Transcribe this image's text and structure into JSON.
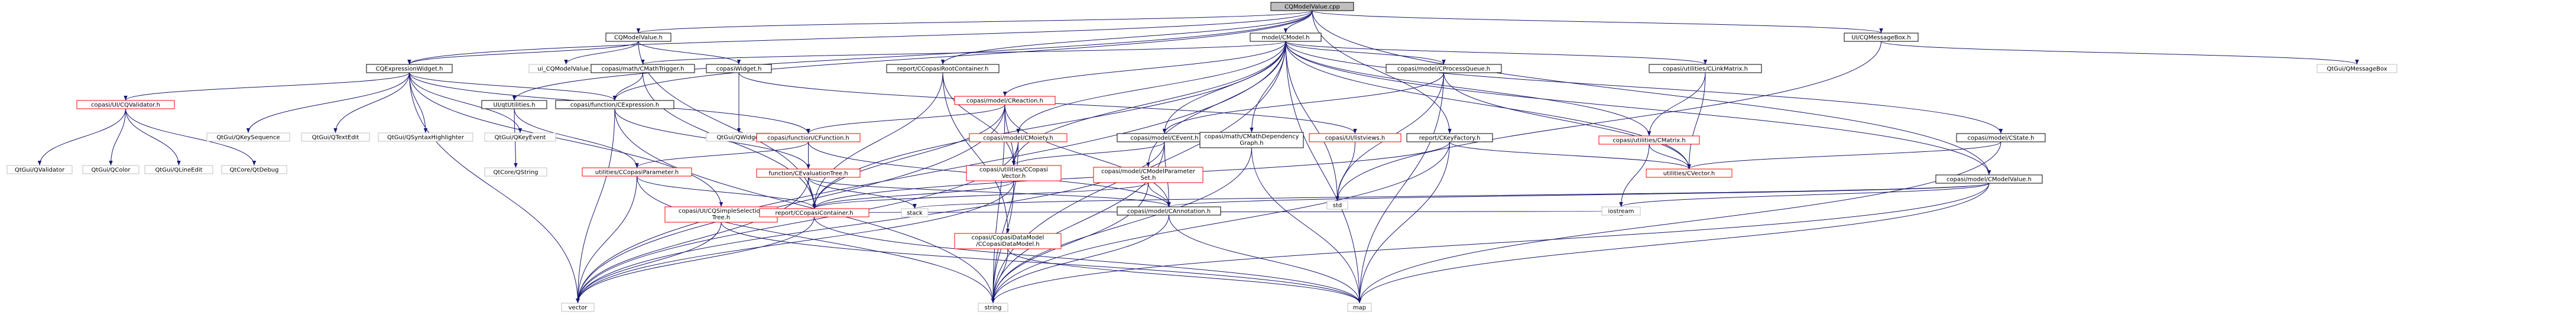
{
  "graph": {
    "root": "CQModelValue.cpp",
    "colors": {
      "edge": "#191970",
      "root_fill": "#bfbfbf",
      "link_border": "#000000",
      "missing_border": "#ff0000",
      "node_fill": "#ffffff",
      "text": "#000000"
    },
    "nodes": [
      {
        "id": "root",
        "label": "CQModelValue.cpp",
        "kind": "root"
      },
      {
        "id": "cqmodelvalue_h",
        "label": "CQModelValue.h",
        "kind": "link"
      },
      {
        "id": "model_cmodel_h",
        "label": "model/CModel.h",
        "kind": "link"
      },
      {
        "id": "cqmessagebox_h",
        "label": "UI/CQMessageBox.h",
        "kind": "link"
      },
      {
        "id": "qtgui_qmessagebox",
        "label": "QtGui/QMessageBox",
        "kind": "plain"
      },
      {
        "id": "cqexpressionwidget_h",
        "label": "CQExpressionWidget.h",
        "kind": "link"
      },
      {
        "id": "ui_cqmodelvalue_h",
        "label": "ui_CQModelValue.h",
        "kind": "plain"
      },
      {
        "id": "cmathtrigger_h",
        "label": "copasi/math/CMathTrigger.h",
        "kind": "link"
      },
      {
        "id": "copasiwidget_h",
        "label": "copasiWidget.h",
        "kind": "link"
      },
      {
        "id": "ccopasirootcontainer_h",
        "label": "report/CCopasiRootContainer.h",
        "kind": "link"
      },
      {
        "id": "creaction_h",
        "label": "copasi/model/CReaction.h",
        "kind": "missing"
      },
      {
        "id": "cprocessqueue_h",
        "label": "copasi/model/CProcessQueue.h",
        "kind": "link"
      },
      {
        "id": "clinkmatrix_h",
        "label": "copasi/utilities/CLinkMatrix.h",
        "kind": "link"
      },
      {
        "id": "cstate_h",
        "label": "copasi/model/CState.h",
        "kind": "link"
      },
      {
        "id": "cqvalidator_h",
        "label": "copasi/UI/CQValidator.h",
        "kind": "missing"
      },
      {
        "id": "qtgui_qkeysequence",
        "label": "QtGui/QKeySequence",
        "kind": "plain"
      },
      {
        "id": "qtgui_qtextedit",
        "label": "QtGui/QTextEdit",
        "kind": "plain"
      },
      {
        "id": "qtgui_qsyntaxhighlighter",
        "label": "QtGui/QSyntaxHighlighter",
        "kind": "plain"
      },
      {
        "id": "qtgui_qkeyevent",
        "label": "QtGui/QKeyEvent",
        "kind": "plain"
      },
      {
        "id": "qtutilities_h",
        "label": "UI/qtUtilities.h",
        "kind": "link"
      },
      {
        "id": "cexpression_h",
        "label": "copasi/function/CExpression.h",
        "kind": "link"
      },
      {
        "id": "qtgui_qwidget",
        "label": "QtGui/QWidget",
        "kind": "plain"
      },
      {
        "id": "cfunction_h",
        "label": "copasi/function/CFunction.h",
        "kind": "missing"
      },
      {
        "id": "cmoiety_h",
        "label": "copasi/model/CMoiety.h",
        "kind": "missing"
      },
      {
        "id": "cevent_h",
        "label": "copasi/model/CEvent.h",
        "kind": "link"
      },
      {
        "id": "cmathdependencygraph_h",
        "label": "copasi/math/CMathDependency\nGraph.h",
        "kind": "link"
      },
      {
        "id": "qtviews_h",
        "label": "copasi/UI/listviews.h",
        "kind": "missing"
      },
      {
        "id": "ckeyfactory_h",
        "label": "report/CKeyFactory.h",
        "kind": "link"
      },
      {
        "id": "cmatrix_h",
        "label": "copasi/utilities/CMatrix.h",
        "kind": "missing"
      },
      {
        "id": "cmodelvalue_h",
        "label": "copasi/model/CModelValue.h",
        "kind": "link"
      },
      {
        "id": "qtgui_qvalidator",
        "label": "QtGui/QValidator",
        "kind": "plain"
      },
      {
        "id": "qtgui_qcolor",
        "label": "QtGui/QColor",
        "kind": "plain"
      },
      {
        "id": "qtgui_qlineedit",
        "label": "QtGui/QLineEdit",
        "kind": "plain"
      },
      {
        "id": "qtcore_qtdebug",
        "label": "QtCore/QtDebug",
        "kind": "plain"
      },
      {
        "id": "qtcore_qstring",
        "label": "QtCore/QString",
        "kind": "plain"
      },
      {
        "id": "ccopasiparameter_h",
        "label": "utilities/CCopasiParameter.h",
        "kind": "missing"
      },
      {
        "id": "cevaluationtree_h",
        "label": "function/CEvaluationTree.h",
        "kind": "missing"
      },
      {
        "id": "ccopasivector_h",
        "label": "copasi/utilities/CCopasi\nVector.h",
        "kind": "missing"
      },
      {
        "id": "cmodelparameterset_h",
        "label": "copasi/model/CModelParameter\nSet.h",
        "kind": "missing"
      },
      {
        "id": "std",
        "label": "std",
        "kind": "plain"
      },
      {
        "id": "cvector_h",
        "label": "utilities/CVector.h",
        "kind": "missing"
      },
      {
        "id": "cqsimpleselectiontree_h",
        "label": "copasi/UI/CQSimpleSelection\nTree.h",
        "kind": "missing"
      },
      {
        "id": "ccopasicontainer_h",
        "label": "report/CCopasiContainer.h",
        "kind": "missing"
      },
      {
        "id": "stack",
        "label": "stack",
        "kind": "plain"
      },
      {
        "id": "ccopasidatamodel_h",
        "label": "copasi/CopasiDataModel\n/CCopasiDataModel.h",
        "kind": "missing"
      },
      {
        "id": "cannotation_h",
        "label": "copasi/model/CAnnotation.h",
        "kind": "link"
      },
      {
        "id": "iostream",
        "label": "iostream",
        "kind": "plain"
      },
      {
        "id": "vector",
        "label": "vector",
        "kind": "plain"
      },
      {
        "id": "string",
        "label": "string",
        "kind": "plain"
      },
      {
        "id": "map",
        "label": "map",
        "kind": "plain"
      }
    ],
    "edges": [
      [
        "root",
        "cqmodelvalue_h"
      ],
      [
        "root",
        "model_cmodel_h"
      ],
      [
        "root",
        "cqmessagebox_h"
      ],
      [
        "root",
        "cqexpressionwidget_h"
      ],
      [
        "root",
        "ccopasirootcontainer_h"
      ],
      [
        "root",
        "cmodelvalue_h"
      ],
      [
        "root",
        "qtutilities_h"
      ],
      [
        "root",
        "cexpression_h"
      ],
      [
        "root",
        "ckeyfactory_h"
      ],
      [
        "cqmodelvalue_h",
        "ui_cqmodelvalue_h"
      ],
      [
        "cqmodelvalue_h",
        "copasiwidget_h"
      ],
      [
        "cqmodelvalue_h",
        "cqexpressionwidget_h"
      ],
      [
        "cqmodelvalue_h",
        "ccopasicontainer_h"
      ],
      [
        "cqmessagebox_h",
        "qtgui_qmessagebox"
      ],
      [
        "cqmessagebox_h",
        "std"
      ],
      [
        "model_cmodel_h",
        "cmathtrigger_h"
      ],
      [
        "model_cmodel_h",
        "creaction_h"
      ],
      [
        "model_cmodel_h",
        "cprocessqueue_h"
      ],
      [
        "model_cmodel_h",
        "clinkmatrix_h"
      ],
      [
        "model_cmodel_h",
        "cstate_h"
      ],
      [
        "model_cmodel_h",
        "cmoiety_h"
      ],
      [
        "model_cmodel_h",
        "cevent_h"
      ],
      [
        "model_cmodel_h",
        "cmathdependencygraph_h"
      ],
      [
        "model_cmodel_h",
        "cmodelparameterset_h"
      ],
      [
        "model_cmodel_h",
        "cmodelvalue_h"
      ],
      [
        "model_cmodel_h",
        "ccopasivector_h"
      ],
      [
        "model_cmodel_h",
        "cvector_h"
      ],
      [
        "model_cmodel_h",
        "cmatrix_h"
      ],
      [
        "model_cmodel_h",
        "string"
      ],
      [
        "model_cmodel_h",
        "vector"
      ],
      [
        "model_cmodel_h",
        "map"
      ],
      [
        "model_cmodel_h",
        "std"
      ],
      [
        "model_cmodel_h",
        "ccopasicontainer_h"
      ],
      [
        "cqexpressionwidget_h",
        "cqvalidator_h"
      ],
      [
        "cqexpressionwidget_h",
        "qtgui_qkeysequence"
      ],
      [
        "cqexpressionwidget_h",
        "qtgui_qtextedit"
      ],
      [
        "cqexpressionwidget_h",
        "qtgui_qsyntaxhighlighter"
      ],
      [
        "cqexpressionwidget_h",
        "qtgui_qkeyevent"
      ],
      [
        "cqexpressionwidget_h",
        "cexpression_h"
      ],
      [
        "cqexpressionwidget_h",
        "cqsimpleselectiontree_h"
      ],
      [
        "cqexpressionwidget_h",
        "vector"
      ],
      [
        "cqexpressionwidget_h",
        "cfunction_h"
      ],
      [
        "cqvalidator_h",
        "qtgui_qvalidator"
      ],
      [
        "cqvalidator_h",
        "qtgui_qcolor"
      ],
      [
        "cqvalidator_h",
        "qtgui_qlineedit"
      ],
      [
        "cqvalidator_h",
        "qtcore_qtdebug"
      ],
      [
        "copasiwidget_h",
        "qtgui_qwidget"
      ],
      [
        "copasiwidget_h",
        "qtviews_h"
      ],
      [
        "cmathtrigger_h",
        "cexpression_h"
      ],
      [
        "cmathtrigger_h",
        "ccopasicontainer_h"
      ],
      [
        "qtutilities_h",
        "qtcore_qstring"
      ],
      [
        "qtutilities_h",
        "ccopasiparameter_h"
      ],
      [
        "ccopasirootcontainer_h",
        "ccopasivector_h"
      ],
      [
        "ccopasirootcontainer_h",
        "ccopasicontainer_h"
      ],
      [
        "ccopasirootcontainer_h",
        "ccopasidatamodel_h"
      ],
      [
        "creaction_h",
        "cfunction_h"
      ],
      [
        "creaction_h",
        "ccopasivector_h"
      ],
      [
        "creaction_h",
        "ccopasicontainer_h"
      ],
      [
        "creaction_h",
        "string"
      ],
      [
        "creaction_h",
        "vector"
      ],
      [
        "creaction_h",
        "cannotation_h"
      ],
      [
        "cexpression_h",
        "cevaluationtree_h"
      ],
      [
        "cexpression_h",
        "string"
      ],
      [
        "cexpression_h",
        "vector"
      ],
      [
        "cfunction_h",
        "cevaluationtree_h"
      ],
      [
        "cfunction_h",
        "ccopasiparameter_h"
      ],
      [
        "cfunction_h",
        "cannotation_h"
      ],
      [
        "cevaluationtree_h",
        "ccopasicontainer_h"
      ],
      [
        "cevaluationtree_h",
        "stack"
      ],
      [
        "cevaluationtree_h",
        "vector"
      ],
      [
        "cevaluationtree_h",
        "cannotation_h"
      ],
      [
        "cmoiety_h",
        "ccopasivector_h"
      ],
      [
        "cmoiety_h",
        "string"
      ],
      [
        "cmoiety_h",
        "vector"
      ],
      [
        "cprocessqueue_h",
        "cevent_h"
      ],
      [
        "cprocessqueue_h",
        "map"
      ],
      [
        "cprocessqueue_h",
        "std"
      ],
      [
        "cprocessqueue_h",
        "cvector_h"
      ],
      [
        "cevent_h",
        "ccopasivector_h"
      ],
      [
        "cevent_h",
        "cannotation_h"
      ],
      [
        "cevent_h",
        "string"
      ],
      [
        "cevent_h",
        "vector"
      ],
      [
        "cmathdependencygraph_h",
        "map"
      ],
      [
        "cmathdependencygraph_h",
        "string"
      ],
      [
        "clinkmatrix_h",
        "cmatrix_h"
      ],
      [
        "clinkmatrix_h",
        "cvector_h"
      ],
      [
        "cmatrix_h",
        "cvector_h"
      ],
      [
        "cmatrix_h",
        "iostream"
      ],
      [
        "cstate_h",
        "cvector_h"
      ],
      [
        "cstate_h",
        "map"
      ],
      [
        "ckeyfactory_h",
        "cvector_h"
      ],
      [
        "ckeyfactory_h",
        "map"
      ],
      [
        "ckeyfactory_h",
        "string"
      ],
      [
        "ckeyfactory_h",
        "ccopasicontainer_h"
      ],
      [
        "cmodelvalue_h",
        "cannotation_h"
      ],
      [
        "cmodelvalue_h",
        "iostream"
      ],
      [
        "cmodelvalue_h",
        "string"
      ],
      [
        "cmodelvalue_h",
        "map"
      ],
      [
        "cmodelvalue_h",
        "stack"
      ],
      [
        "ccopasivector_h",
        "ccopasicontainer_h"
      ],
      [
        "ccopasivector_h",
        "string"
      ],
      [
        "ccopasivector_h",
        "vector"
      ],
      [
        "cmodelparameterset_h",
        "ccopasicontainer_h"
      ],
      [
        "cmodelparameterset_h",
        "cannotation_h"
      ],
      [
        "cmodelparameterset_h",
        "string"
      ],
      [
        "ccopasiparameter_h",
        "ccopasicontainer_h"
      ],
      [
        "ccopasiparameter_h",
        "string"
      ],
      [
        "ccopasiparameter_h",
        "vector"
      ],
      [
        "cqsimpleselectiontree_h",
        "vector"
      ],
      [
        "cqsimpleselectiontree_h",
        "map"
      ],
      [
        "ccopasicontainer_h",
        "vector"
      ],
      [
        "ccopasicontainer_h",
        "map"
      ],
      [
        "ccopasicontainer_h",
        "iostream"
      ],
      [
        "ccopasidatamodel_h",
        "map"
      ],
      [
        "ccopasidatamodel_h",
        "string"
      ],
      [
        "cannotation_h",
        "map"
      ],
      [
        "cannotation_h",
        "string"
      ],
      [
        "qtviews_h",
        "std"
      ]
    ]
  }
}
